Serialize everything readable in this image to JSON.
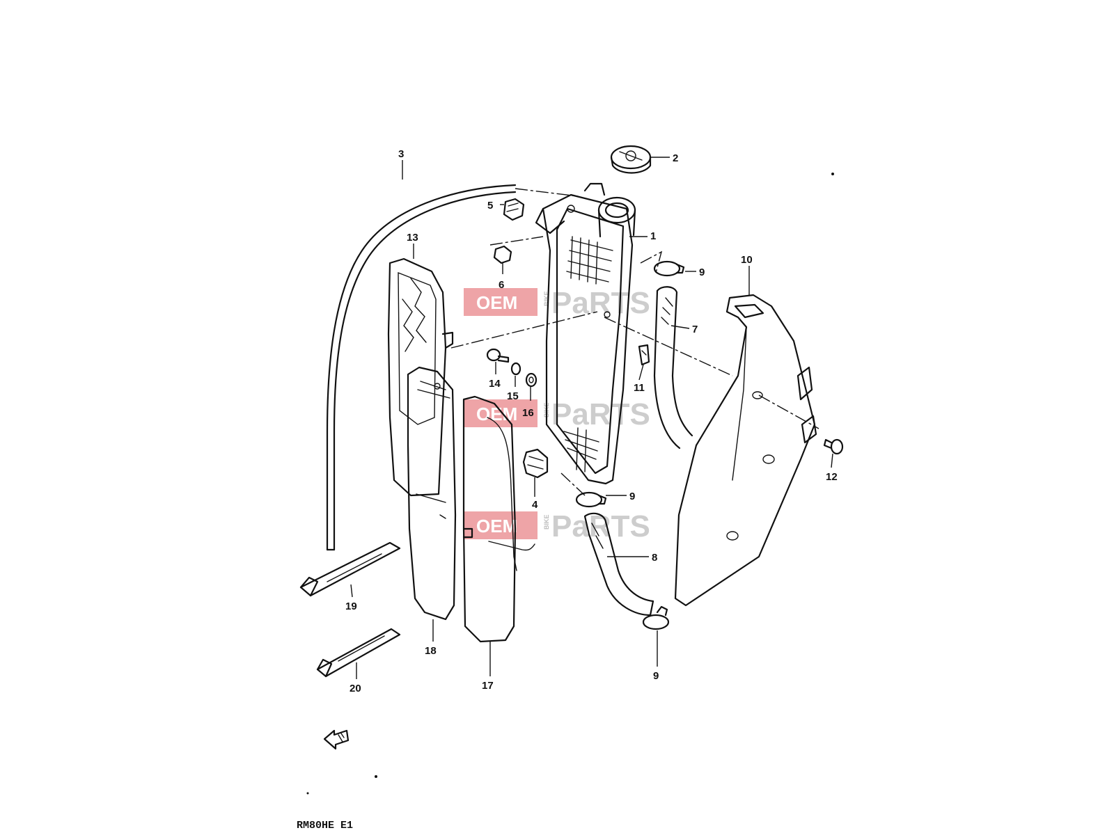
{
  "diagram": {
    "callouts": [
      {
        "id": "1",
        "label": "1"
      },
      {
        "id": "2",
        "label": "2"
      },
      {
        "id": "3",
        "label": "3"
      },
      {
        "id": "4",
        "label": "4"
      },
      {
        "id": "5",
        "label": "5"
      },
      {
        "id": "6",
        "label": "6"
      },
      {
        "id": "7",
        "label": "7"
      },
      {
        "id": "8",
        "label": "8"
      },
      {
        "id": "9a",
        "label": "9"
      },
      {
        "id": "9b",
        "label": "9"
      },
      {
        "id": "9c",
        "label": "9"
      },
      {
        "id": "10",
        "label": "10"
      },
      {
        "id": "11",
        "label": "11"
      },
      {
        "id": "12",
        "label": "12"
      },
      {
        "id": "13",
        "label": "13"
      },
      {
        "id": "14",
        "label": "14"
      },
      {
        "id": "15",
        "label": "15"
      },
      {
        "id": "16",
        "label": "16"
      },
      {
        "id": "17",
        "label": "17"
      },
      {
        "id": "18",
        "label": "18"
      },
      {
        "id": "19",
        "label": "19"
      },
      {
        "id": "20",
        "label": "20"
      }
    ],
    "front_marker_icon": "front-arrow-icon",
    "model_code": "RM80HE E1"
  },
  "watermark": {
    "oem": "OEM",
    "bike": "BIKE",
    "parts": "PaRTS",
    "color": "#e05a5f"
  }
}
